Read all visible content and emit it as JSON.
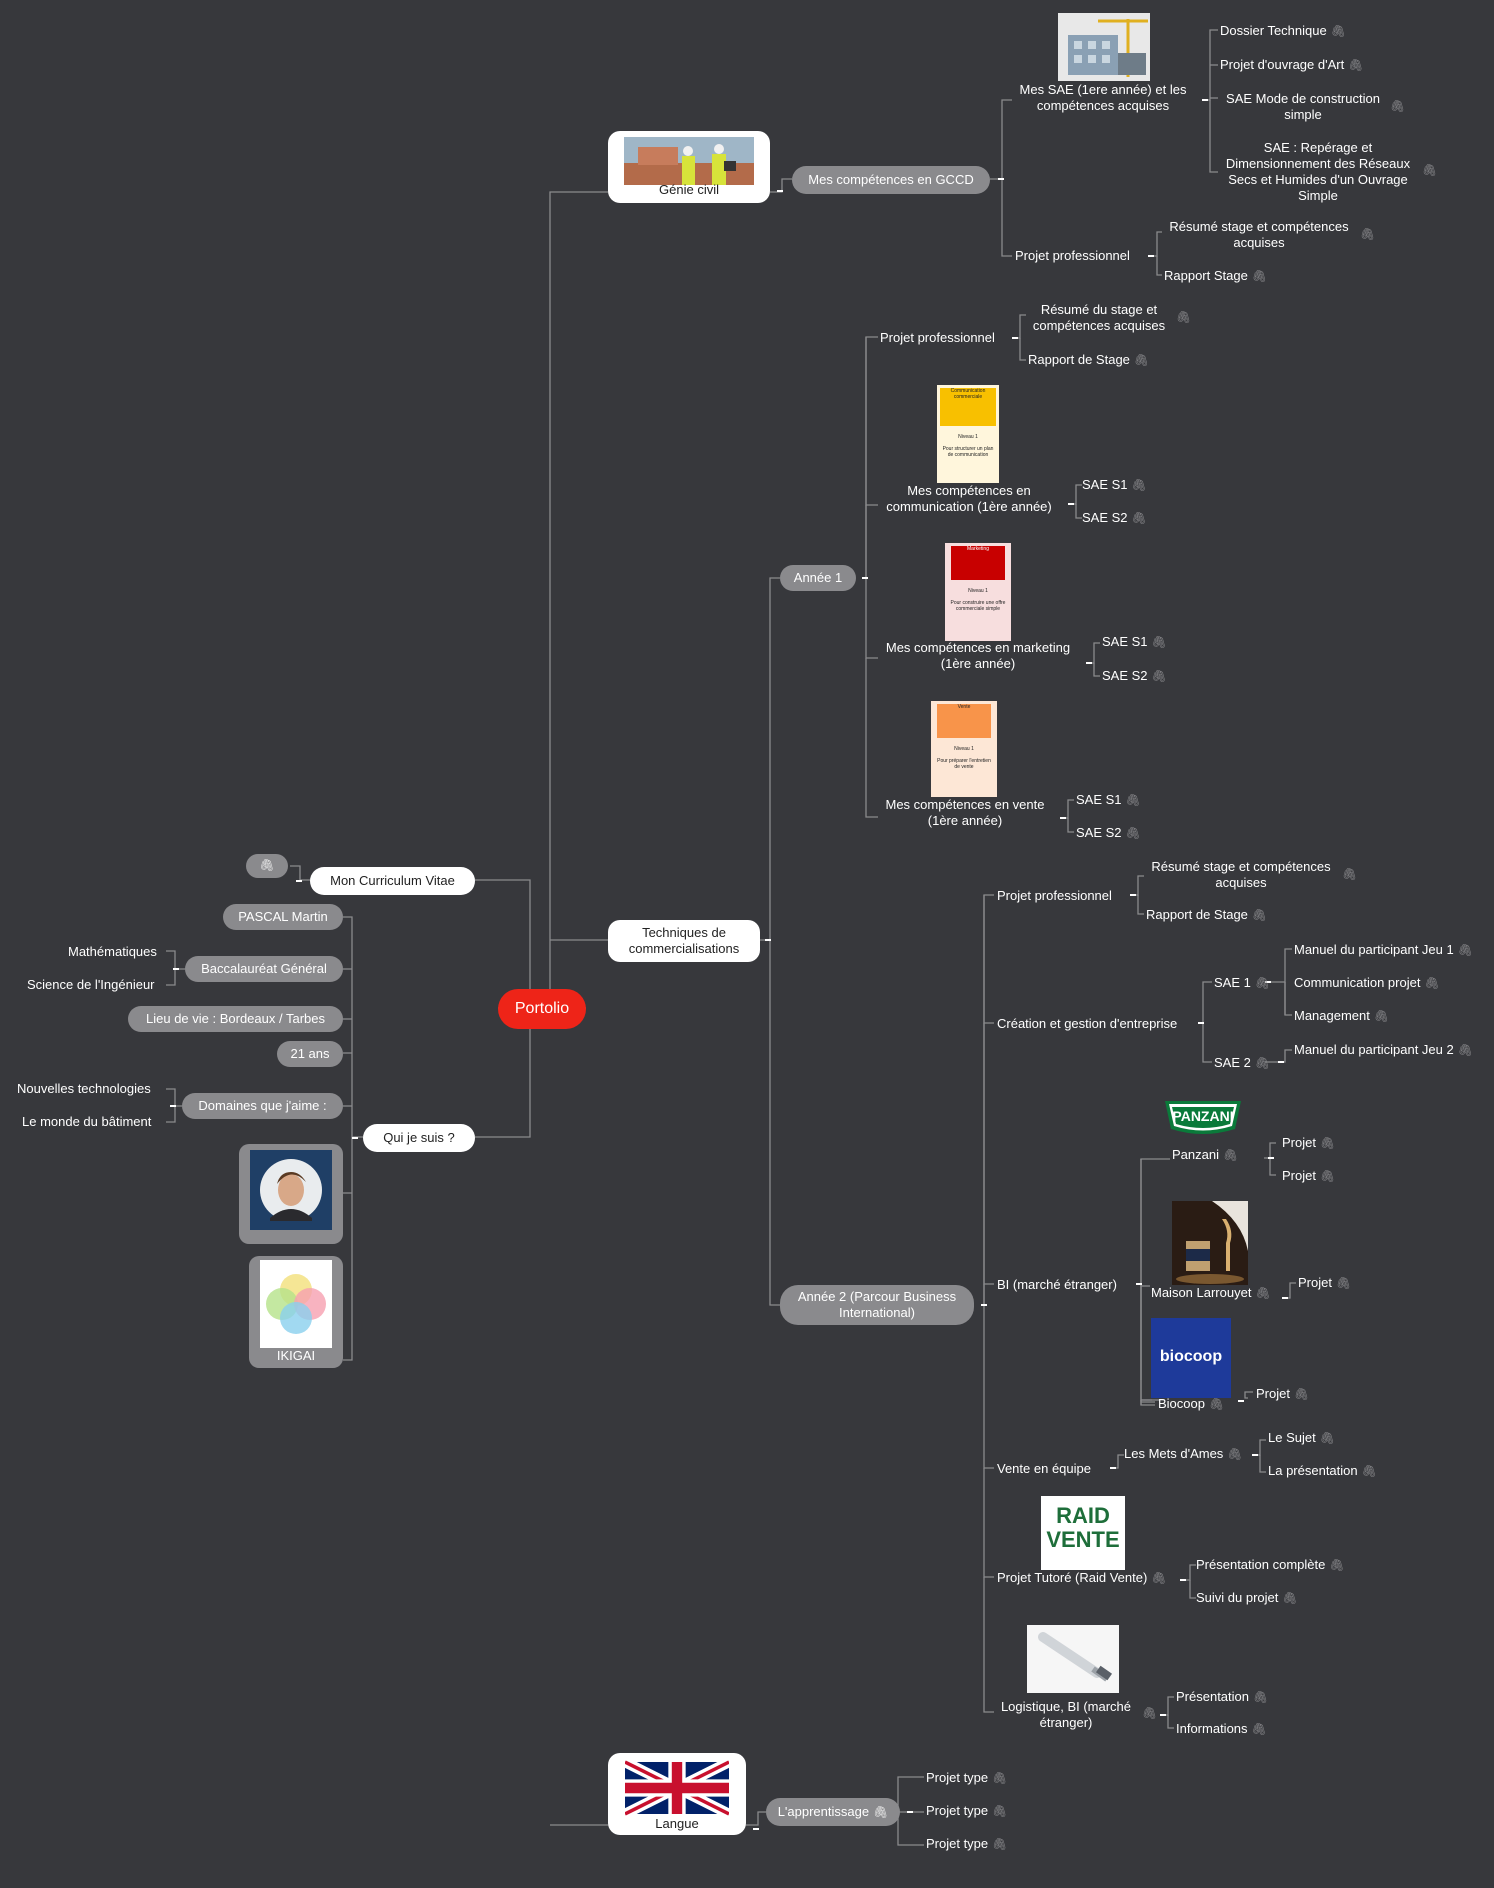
{
  "root": {
    "label": "Portolio"
  },
  "genie": {
    "label": "Génie civil",
    "competences": "Mes compétences en GCCD",
    "sae_group": "Mes SAE (1ere année) et les compétences acquises",
    "sae": [
      "Dossier Technique",
      "Projet d'ouvrage d'Art",
      "SAE Mode de construction simple",
      "SAE : Repérage et Dimensionnement des Réseaux Secs et Humides d'un Ouvrage Simple"
    ],
    "projet": "Projet professionnel",
    "projet_items": [
      "Résumé stage et compétences acquises",
      "Rapport Stage"
    ]
  },
  "techniques": {
    "label": "Techniques de commercialisations",
    "annee1": {
      "label": "Année 1",
      "projet": "Projet professionnel",
      "projet_items": [
        "Résumé du stage et compétences acquises",
        "Rapport de Stage"
      ],
      "communication": "Mes compétences en communication (1ère année)",
      "marketing": "Mes compétences en marketing (1ère année)",
      "vente": "Mes compétences en vente (1ère année)",
      "sae_s1": "SAE S1",
      "sae_s2": "SAE S2",
      "card_comm": {
        "title": "Communication commerciale",
        "level": "Niveau 1",
        "desc": "Pour structurer un plan de communication"
      },
      "card_mkt": {
        "title": "Marketing",
        "level": "Niveau 1",
        "desc": "Pour construire une offre commerciale simple"
      },
      "card_vente": {
        "title": "Vente",
        "level": "Niveau 1",
        "desc": "Pour préparer l'entretien de vente"
      }
    },
    "annee2": {
      "label": "Année 2 (Parcour Business International)",
      "projet": "Projet professionnel",
      "projet_items": [
        "Résumé stage et compétences acquises",
        "Rapport de Stage"
      ],
      "creation": "Création et gestion d'entreprise",
      "sae1": "SAE 1",
      "sae1_items": [
        "Manuel du participant Jeu 1",
        "Communication projet",
        "Management"
      ],
      "sae2": "SAE 2",
      "sae2_items": [
        "Manuel du participant Jeu 2"
      ],
      "bi": "BI (marché étranger)",
      "panzani": "Panzani",
      "panzani_logo": "PANZANI",
      "larrouyet": "Maison Larrouyet",
      "biocoop": "Biocoop",
      "biocoop_logo": "biocoop",
      "projet_item": "Projet",
      "vente_equipe": "Vente en équipe",
      "mets": "Les Mets d'Ames",
      "mets_items": [
        "Le Sujet",
        "La présentation"
      ],
      "raid": "Projet Tutoré (Raid Vente)",
      "raid_logo_1": "RAID",
      "raid_logo_2": "VENTE",
      "raid_items": [
        "Présentation complète",
        "Suivi du projet"
      ],
      "logistique": "Logistique, BI (marché étranger)",
      "logistique_items": [
        "Présentation",
        "Informations"
      ]
    }
  },
  "langue": {
    "label": "Langue",
    "apprentissage": "L'apprentissage",
    "items": [
      "Projet type",
      "Projet type",
      "Projet type"
    ]
  },
  "cv": {
    "label": "Mon Curriculum Vitae"
  },
  "qui": {
    "label": "Qui je suis ?",
    "nom": "PASCAL Martin",
    "bac": "Baccalauréat Général",
    "bac_items": [
      "Mathématiques",
      "Science de l'Ingénieur"
    ],
    "lieu": "Lieu de vie : Bordeaux / Tarbes",
    "age": "21 ans",
    "domaines": "Domaines que j'aime :",
    "domaines_items": [
      "Nouvelles technologies",
      "Le monde du bâtiment"
    ],
    "ikigai": "IKIGAI"
  },
  "colors": {
    "background": "#37383c",
    "root": "#ee2418",
    "pill": "#8a8a8d",
    "line": "#8a8a8d"
  }
}
